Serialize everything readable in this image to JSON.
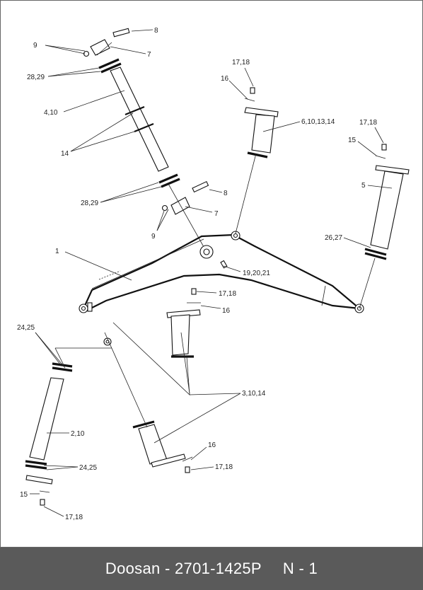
{
  "footer": {
    "brand": "Doosan",
    "separator": "-",
    "part_number": "2701-1425P",
    "page": "N - 1"
  },
  "callouts": {
    "c9_top": "9",
    "c8_top": "8",
    "c7_top": "7",
    "c2829_top": "28,29",
    "c410": "4,10",
    "c14": "14",
    "c2829_mid": "28,29",
    "c8_mid": "8",
    "c7_mid": "7",
    "c9_mid": "9",
    "c1718_a": "17,18",
    "c16_a": "16",
    "c6101314": "6,10,13,14",
    "c1718_b": "17,18",
    "c15_b": "15",
    "c5": "5",
    "c2627": "26,27",
    "c1": "1",
    "c192021": "19,20,21",
    "c1718_c": "17,18",
    "c16_c": "16",
    "c2425_top": "24,25",
    "c31014": "3,10,14",
    "c210": "2,10",
    "c2425_bot": "24,25",
    "c16_d": "16",
    "c1718_d": "17,18",
    "c15_e": "15",
    "c1718_e": "17,18"
  }
}
